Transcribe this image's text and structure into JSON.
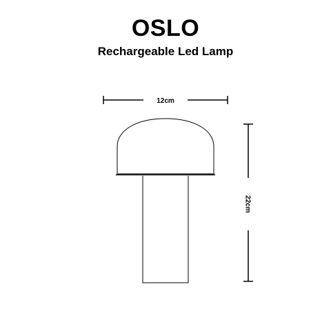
{
  "product": {
    "title": "OSLO",
    "subtitle": "Rechargeable Led Lamp"
  },
  "dimensions": {
    "width_label": "12cm",
    "height_label": "22cm"
  },
  "colors": {
    "line": "#000000",
    "background": "#ffffff"
  }
}
